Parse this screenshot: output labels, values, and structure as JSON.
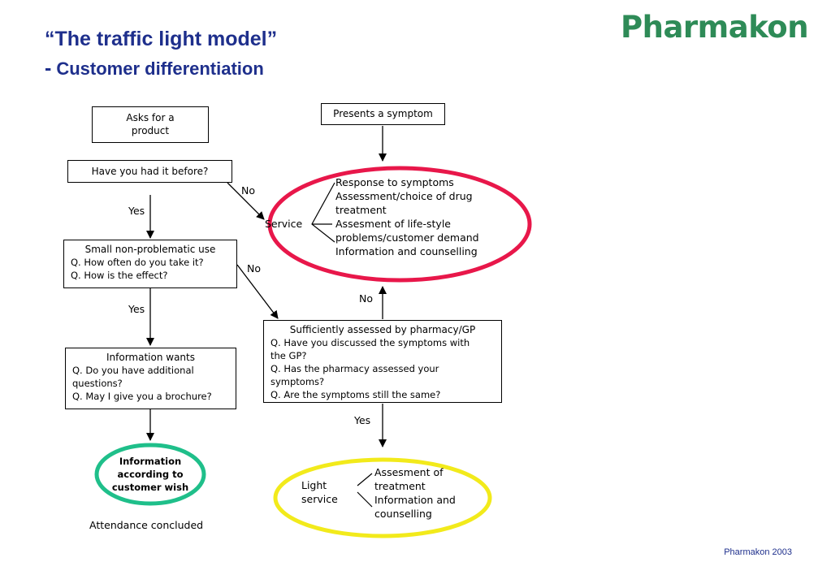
{
  "header": {
    "title": "“The traffic light model”",
    "subtitle_dash": "-",
    "subtitle": "Customer differentiation",
    "logo_text": "Pharmakon",
    "footer": "Pharmakon 2003"
  },
  "colors": {
    "title": "#1e2f8c",
    "logo": "#2e8b57",
    "red_oval": "#e8174a",
    "yellow_oval": "#f2ea1b",
    "green_oval": "#1fbf8a"
  },
  "left_flow": {
    "asks_product": [
      "Asks for a",
      "product"
    ],
    "had_before": "Have you had it before?",
    "yes1": "Yes",
    "small_use": {
      "heading": "Small non-problematic use",
      "questions": [
        "Q. How often do you take it?",
        "Q. How is the effect?"
      ]
    },
    "yes2": "Yes",
    "info_wants": {
      "heading": "Information wants",
      "questions": [
        "Q. Do you have additional",
        "questions?",
        "Q. May I give you a brochure?"
      ]
    },
    "green_outcome": [
      "Information",
      "according to",
      "customer wish"
    ],
    "concluded": "Attendance concluded"
  },
  "right_flow": {
    "presents_symptom": "Presents a symptom",
    "no1": "No",
    "no2": "No",
    "no3": "No",
    "service_label": "Service",
    "service_items": [
      "Response to symptoms",
      "Assessment/choice of drug",
      "treatment",
      "Assesment of life-style",
      "problems/customer demand",
      "Information and counselling"
    ],
    "sufficient": {
      "heading": "Sufficiently assessed by pharmacy/GP",
      "questions": [
        "Q. Have you discussed the symptoms with",
        "the GP?",
        "Q. Has the pharmacy assessed your",
        "symptoms?",
        "Q. Are the symptoms still the same?"
      ]
    },
    "yes3": "Yes",
    "light_label": [
      "Light",
      "service"
    ],
    "light_items": [
      "Assesment of",
      "treatment",
      "Information and",
      "counselling"
    ]
  }
}
